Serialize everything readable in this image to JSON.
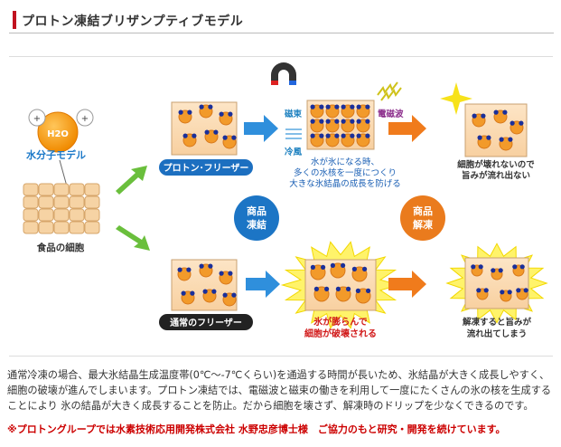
{
  "header": {
    "title": "プロトン凍結ブリザンプティブモデル"
  },
  "diagram": {
    "water_model": {
      "molecule": "H2O",
      "plus": "+",
      "label": "水分子モデル"
    },
    "food_cell": {
      "label": "食品の細胞"
    },
    "proton": {
      "label": "プロトン･フリーザー",
      "magnetic": "磁束",
      "electromagnetic": "電磁波",
      "cold_air": "冷風",
      "caption": [
        "水が氷になる時、",
        "多くの水核を一度につくり",
        "大きな氷結晶の成長を防げる"
      ],
      "result": [
        "細胞が壊れないので",
        "旨みが流れ出ない"
      ]
    },
    "normal": {
      "label": "通常のフリーザー",
      "caption": [
        "氷が膨らんで",
        "細胞が破壊される"
      ],
      "result": [
        "解凍すると旨みが",
        "流れ出てしまう"
      ]
    },
    "freeze_badge": [
      "商品",
      "凍結"
    ],
    "thaw_badge": [
      "商品",
      "解凍"
    ]
  },
  "description": "通常冷凍の場合、最大氷結晶生成温度帯(0℃～-7℃くらい)を通過する時間が長いため、氷結晶が大きく成長しやすく、細胞の破壊が進んでしまいます。プロトン凍結では、電磁波と磁束の働きを利用して一度にたくさんの氷の核を生成することにより 氷の結晶が大きく成長することを防止。だから細胞を壊さず、解凍時のドリップを少なくできるのです。",
  "note": "※プロトングループでは水素技術応用開発株式会社 水野忠彦博士様　ご協力のもと研究・開発を続けています。",
  "colors": {
    "accent_red": "#c1121f",
    "cell_fill": "#f6c48a",
    "green_arrow": "#6abf3c",
    "blue_arrow": "#2f8fdc",
    "orange_arrow": "#f07b1c",
    "badge_blue": "#1c75c5",
    "badge_orange": "#ea7b1d",
    "text_blue": "#1a5fb4",
    "text_red": "#d11a1a"
  }
}
